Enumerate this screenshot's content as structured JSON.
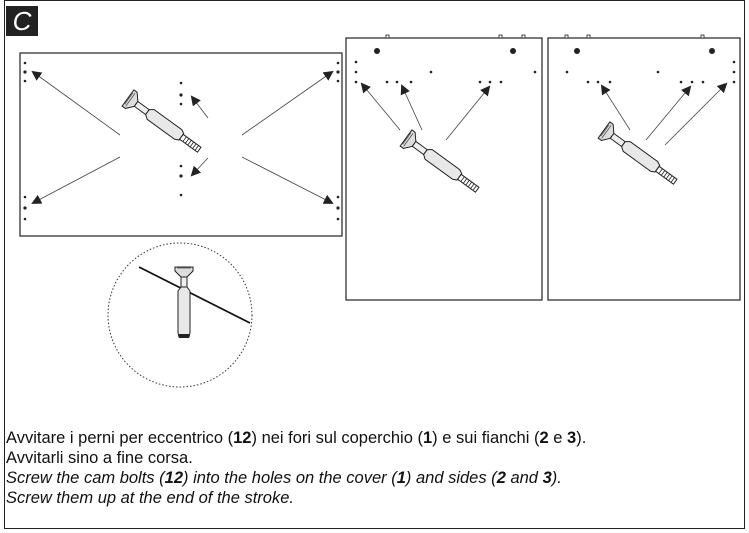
{
  "step_label": "C",
  "instructions": {
    "it_line1": {
      "a": "Avvitare i perni per eccentrico (",
      "n12": "12",
      "b": ") nei fori sul coperchio (",
      "n1": "1",
      "c": ") e sui fianchi (",
      "n2": "2",
      "d": " e ",
      "n3": "3",
      "e": ")."
    },
    "it_line2": "Avvitarli sino a fine corsa.",
    "en_line1": {
      "a": "Screw the cam bolts (",
      "n12": "12",
      "b": ") into the holes on the cover (",
      "n1": "1",
      "c": ") and sides (",
      "n2": "2",
      "d": " and ",
      "n3": "3",
      "e": ")."
    },
    "en_line2": "Screw them up at the end of the stroke."
  },
  "colors": {
    "line": "#222222",
    "bolt_fill": "#e8e8e8",
    "badge": "#222222"
  }
}
